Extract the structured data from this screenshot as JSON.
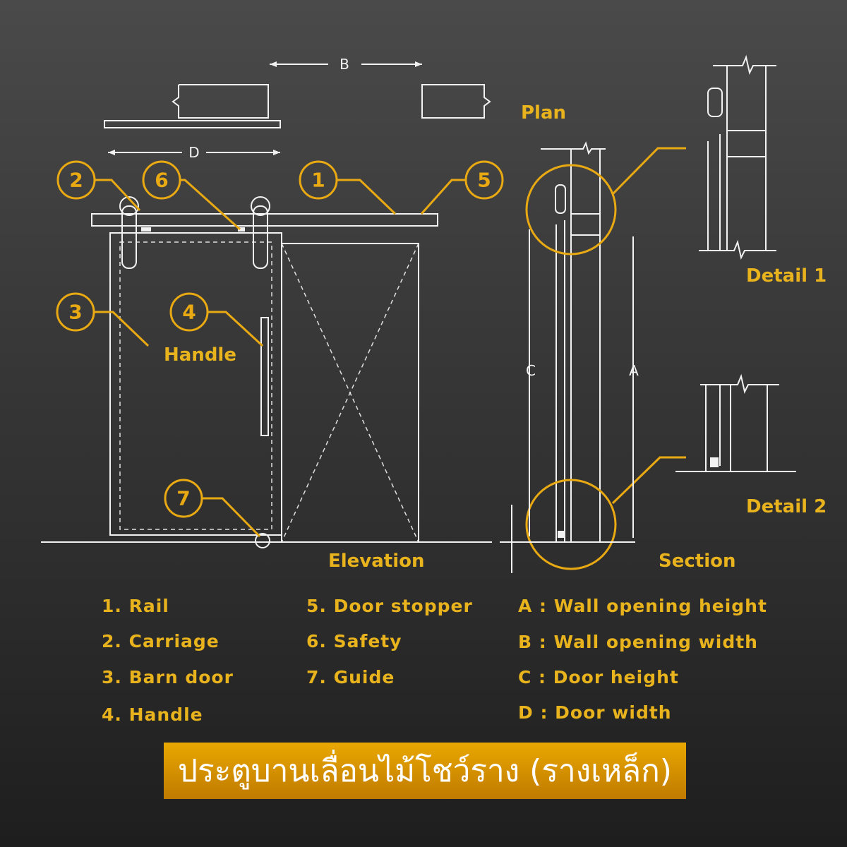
{
  "plan": {
    "label": "Plan",
    "dim_b": "B",
    "dim_d": "D"
  },
  "elevation": {
    "label": "Elevation",
    "handle_label": "Handle"
  },
  "section": {
    "label": "Section",
    "dim_c": "C",
    "dim_a": "A"
  },
  "details": {
    "detail1": "Detail 1",
    "detail2": "Detail 2"
  },
  "callouts": [
    "1",
    "2",
    "3",
    "4",
    "5",
    "6",
    "7"
  ],
  "legend_parts": [
    "1. Rail",
    "2. Carriage",
    "3. Barn door",
    "4. Handle",
    "5. Door stopper",
    "6. Safety",
    "7. Guide"
  ],
  "legend_dims": [
    "A : Wall opening height",
    "B : Wall opening width",
    "C : Door height",
    "D : Door width"
  ],
  "title": "ประตูบานเลื่อนไม้โชว์ราง (รางเหล็ก)",
  "colors": {
    "accent": "#e8a913",
    "banner": "#e0a000",
    "line": "#f2f2f2"
  }
}
